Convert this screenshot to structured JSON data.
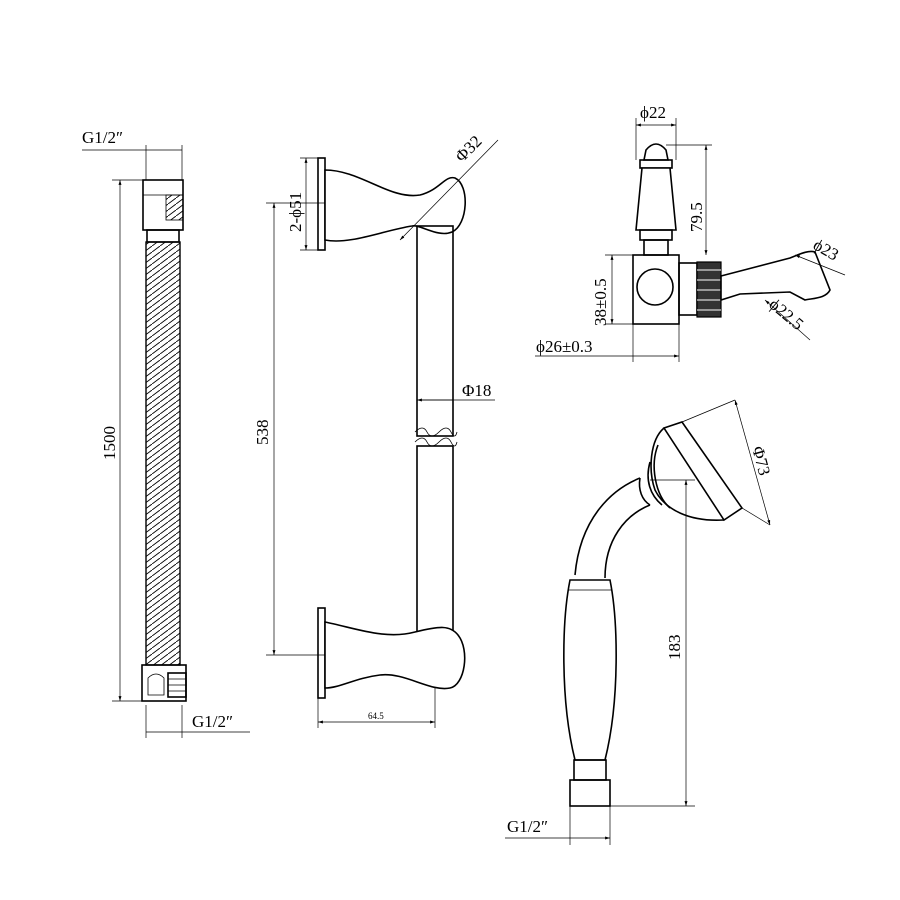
{
  "hose": {
    "top_thread": "G1/2″",
    "bottom_thread": "G1/2″",
    "length": "1500"
  },
  "riser_rail": {
    "bracket_dia": "2-ϕ51",
    "knob_dia": "Φ32",
    "length": "538",
    "bar_dia": "Φ18",
    "projection": "64.5"
  },
  "wall_outlet": {
    "handle_dia": "ϕ22",
    "handle_height": "79.5",
    "body_height": "38±0.5",
    "body_dia": "ϕ26±0.3",
    "elbow_dia_outer": "ϕ23",
    "elbow_dia_inner": "ϕ22.5"
  },
  "handset": {
    "head_dia": "Φ73",
    "height": "183",
    "thread": "G1/2″"
  }
}
